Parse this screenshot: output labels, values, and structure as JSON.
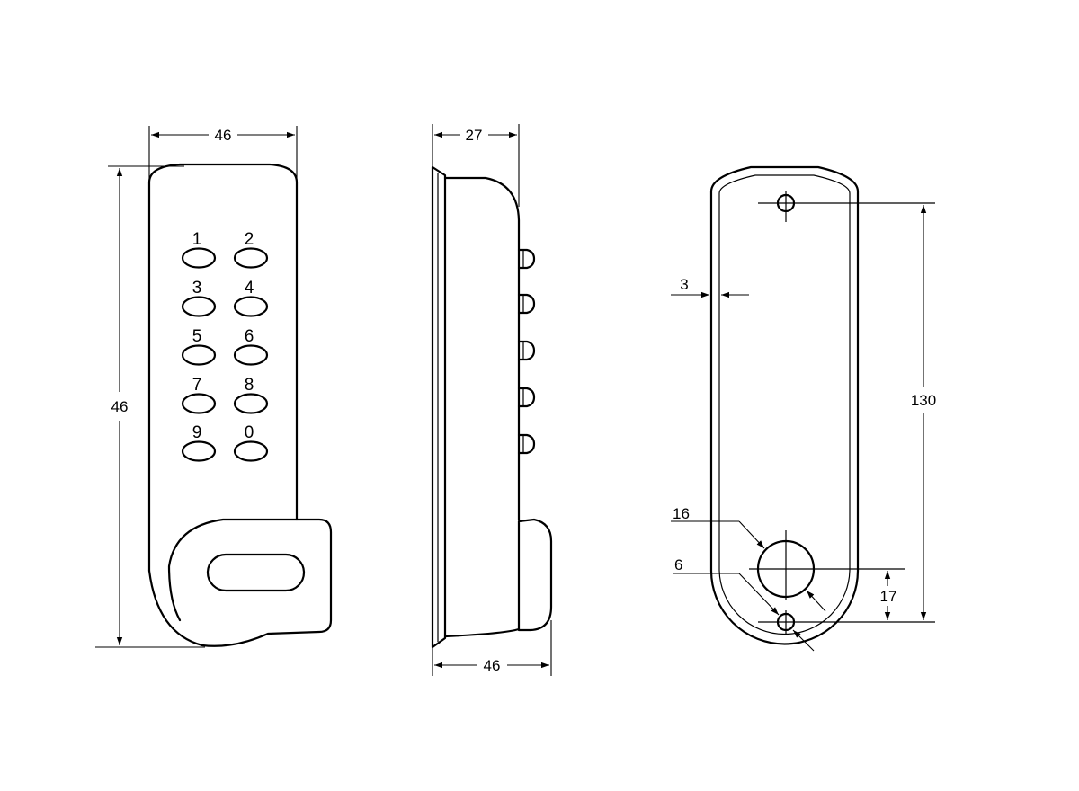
{
  "front_view": {
    "width_label": "46",
    "height_label": "46",
    "keys": [
      "1",
      "2",
      "3",
      "4",
      "5",
      "6",
      "7",
      "8",
      "9",
      "0"
    ]
  },
  "side_view": {
    "depth_label": "27",
    "length_label": "46"
  },
  "back_view": {
    "thickness_label": "3",
    "hole_large_label": "16",
    "hole_small_label": "6",
    "offset_label": "17",
    "height_label": "130"
  },
  "colors": {
    "ink": "#000000",
    "paper": "#ffffff"
  }
}
